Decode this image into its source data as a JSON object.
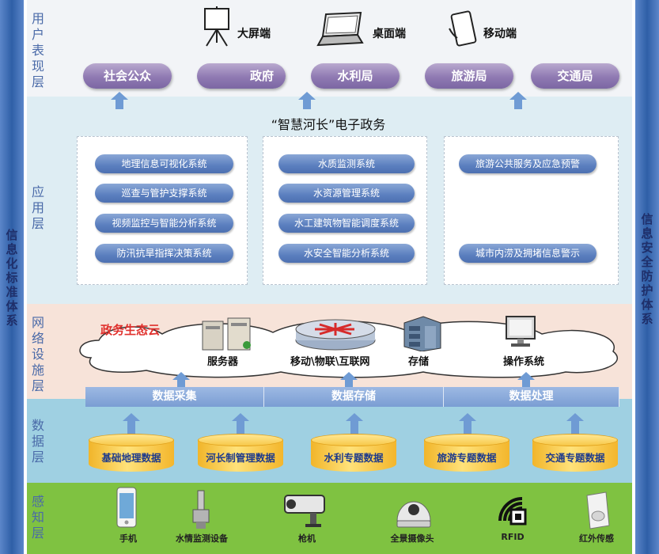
{
  "left_side_label": "信息化标准体系",
  "right_side_label": "信息安全防护体系",
  "layers": {
    "user": "用户表现层",
    "app": "应用层",
    "network": "网络设施层",
    "data": "数据层",
    "sense": "感知层"
  },
  "terminals": [
    {
      "label": "大屏端",
      "icon": "presentation-board-icon"
    },
    {
      "label": "桌面端",
      "icon": "laptop-icon"
    },
    {
      "label": "移动端",
      "icon": "mobile-icon"
    }
  ],
  "users": [
    "社会公众",
    "政府",
    "水利局",
    "旅游局",
    "交通局"
  ],
  "app_title": "“智慧河长”电子政务",
  "app_groups": [
    [
      "地理信息可视化系统",
      "巡查与管护支撑系统",
      "视频监控与智能分析系统",
      "防汛抗旱指挥决策系统"
    ],
    [
      "水质监测系统",
      "水资源管理系统",
      "水工建筑物智能调度系统",
      "水安全智能分析系统"
    ],
    [
      "旅游公共服务及应急预警",
      "城市内涝及拥堵信息警示"
    ]
  ],
  "cloud_title": "政务生态云",
  "infra": [
    "服务器",
    "移动\\物联\\互联网",
    "存储",
    "操作系统"
  ],
  "data_bars": [
    "数据采集",
    "数据存储",
    "数据处理"
  ],
  "databases": [
    "基础地理数据",
    "河长制管理数据",
    "水利专题数据",
    "旅游专题数据",
    "交通专题数据"
  ],
  "devices": [
    {
      "label": "手机",
      "icon": "phone-icon"
    },
    {
      "label": "水情监测设备",
      "icon": "water-monitor-icon"
    },
    {
      "label": "枪机",
      "icon": "bullet-camera-icon"
    },
    {
      "label": "全景摄像头",
      "icon": "dome-camera-icon"
    },
    {
      "label": "RFID",
      "icon": "rfid-icon"
    },
    {
      "label": "红外传感",
      "icon": "infrared-sensor-icon"
    }
  ],
  "colors": {
    "side_bar": "#2f5fa7",
    "user_layer_bg": "#f2f4f7",
    "app_layer_bg": "#deedf3",
    "network_layer_bg": "#f7e3d9",
    "data_layer_bg": "#9fd0e2",
    "sense_layer_bg": "#7fc241",
    "pill_purple": "#8f79b2",
    "pill_blue": "#5b7fbf",
    "cylinder": "#f7c84a"
  }
}
